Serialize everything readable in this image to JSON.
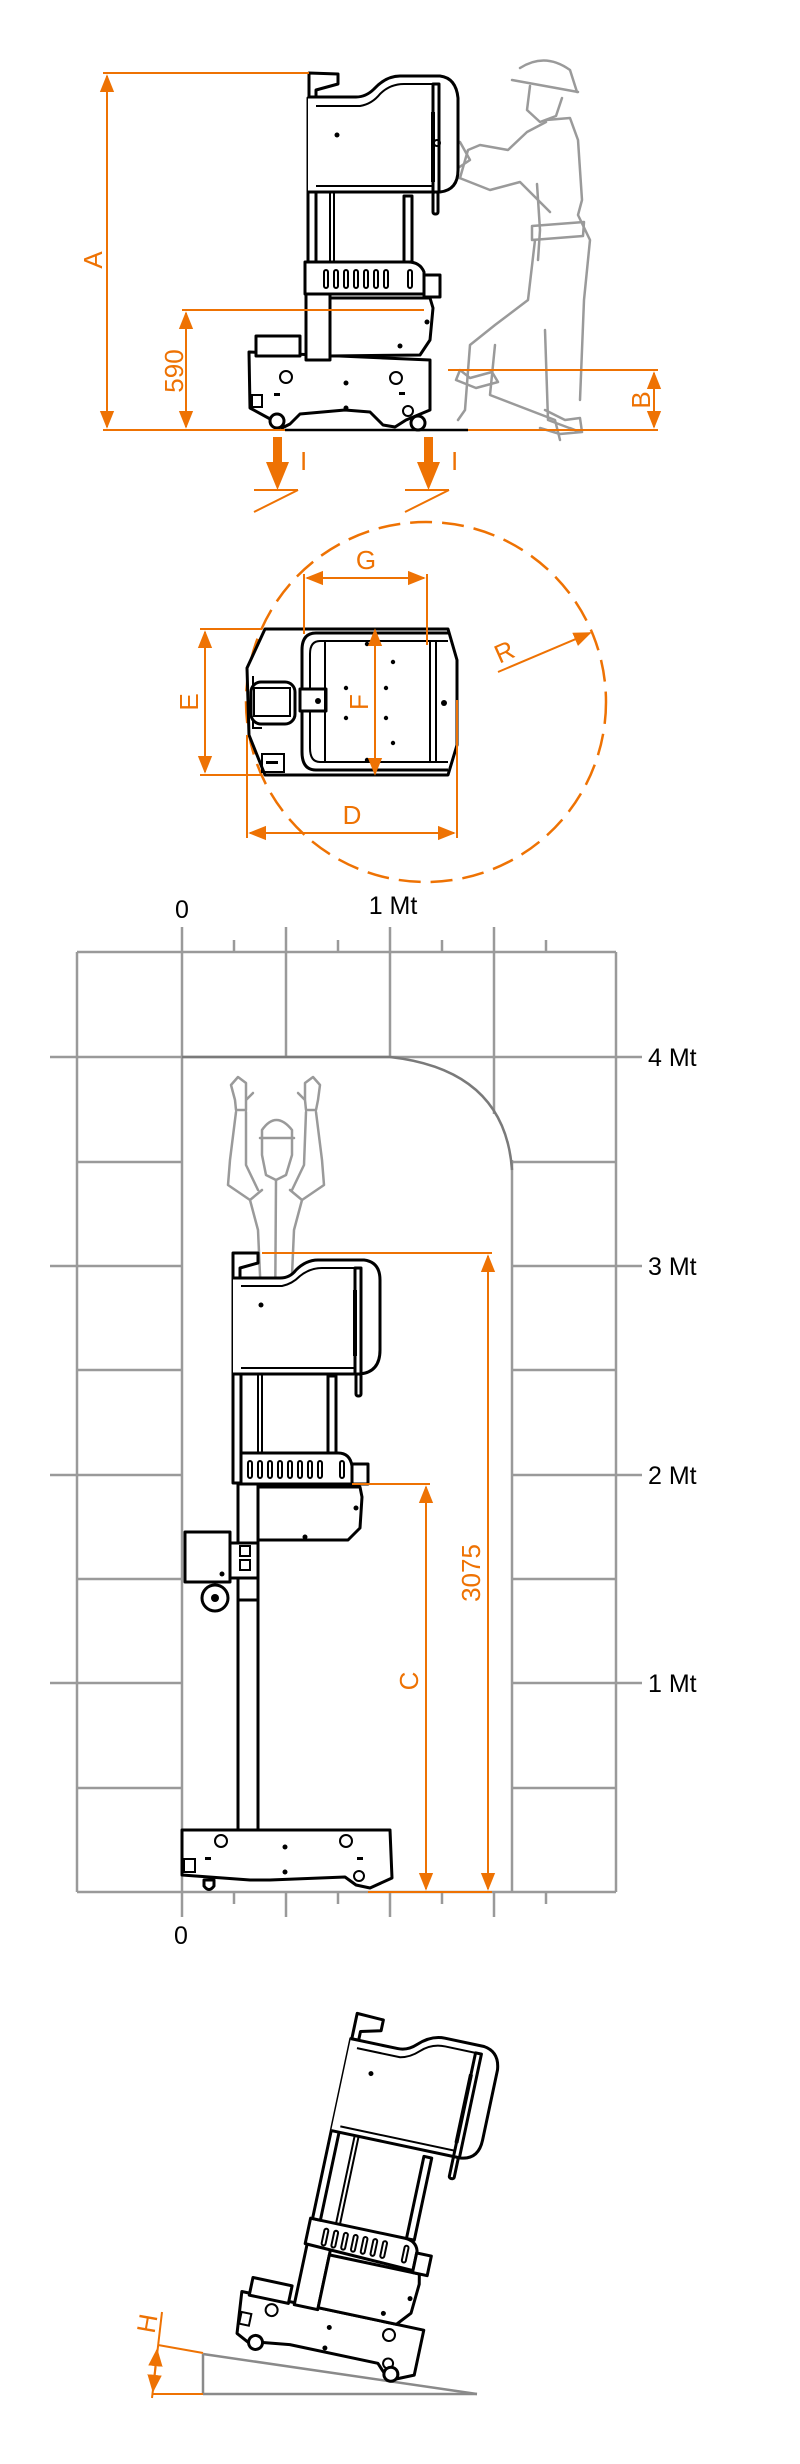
{
  "colors": {
    "dimension": "#ee7203",
    "machine_outline": "#000000",
    "person_outline": "#9a9a9a",
    "grid": "#9a9a9a",
    "background": "#ffffff"
  },
  "side_view": {
    "dimension_labels": {
      "overall_height": "A",
      "platform_height": "590",
      "step_height": "B"
    },
    "load_arrows": [
      {
        "label": "I"
      },
      {
        "label": "I"
      }
    ]
  },
  "top_view": {
    "dimension_labels": {
      "length": "D",
      "width": "E",
      "platform_width": "F",
      "platform_length": "G",
      "turning_radius": "R"
    }
  },
  "working_envelope": {
    "x_axis": {
      "top_labels": [
        "0",
        "1 Mt"
      ],
      "bottom_labels": [
        "0"
      ]
    },
    "y_axis": {
      "labels": [
        "4 Mt",
        "3 Mt",
        "2 Mt",
        "1 Mt"
      ]
    },
    "dimension_labels": {
      "working_height": "3075",
      "platform_floor_height": "C"
    }
  },
  "slope_view": {
    "dimension_labels": {
      "gradient_height": "H"
    }
  }
}
